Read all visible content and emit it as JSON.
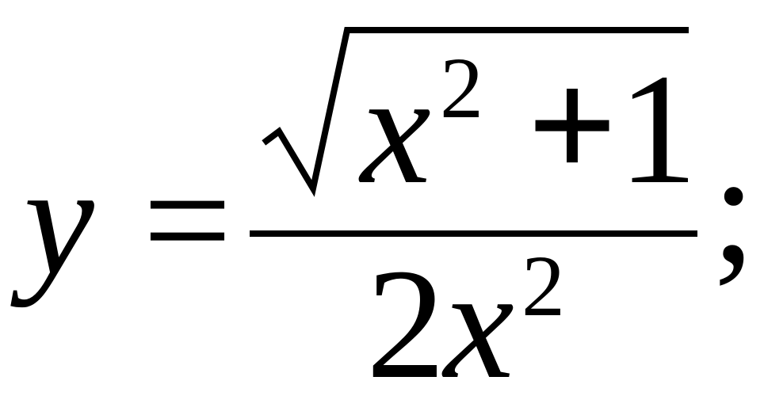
{
  "formula": {
    "lhs_var": "y",
    "equals": "=",
    "numerator": {
      "radicand_var": "x",
      "radicand_exp": "2",
      "plus": "+",
      "constant": "1"
    },
    "denominator": {
      "coef": "2",
      "var": "x",
      "exp": "2"
    },
    "terminator": ";"
  },
  "colors": {
    "ink": "#000000",
    "background": "#ffffff"
  }
}
